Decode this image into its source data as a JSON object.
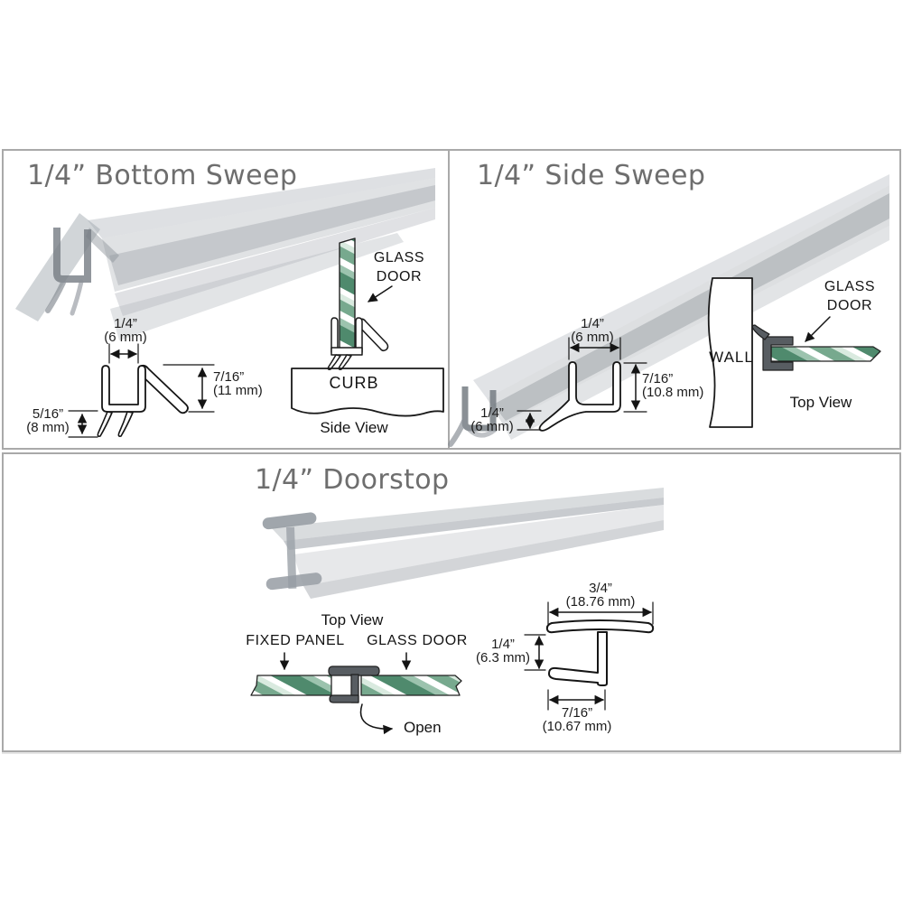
{
  "colors": {
    "title_gray": "#6e6e6e",
    "line_black": "#1a1a1a",
    "panel_border": "#a9a9a9",
    "seal_dark_gray": "#585d62",
    "glass_green_dark": "#4f8a6d",
    "glass_green_mid": "#77a98e",
    "glass_green_pale": "#9cc3ae"
  },
  "panels": {
    "bottom_sweep": {
      "title": "1/4” Bottom Sweep",
      "dim_width": {
        "in": "1/4”",
        "mm": "(6 mm)"
      },
      "dim_height": {
        "in": "7/16”",
        "mm": "(11 mm)"
      },
      "dim_drip": {
        "in": "5/16”",
        "mm": "(8 mm)"
      },
      "side_view": {
        "glass_line1": "GLASS",
        "glass_line2": "DOOR",
        "curb": "CURB",
        "caption": "Side View"
      }
    },
    "side_sweep": {
      "title": "1/4” Side Sweep",
      "dim_width": {
        "in": "1/4”",
        "mm": "(6 mm)"
      },
      "dim_height": {
        "in": "7/16”",
        "mm": "(10.8 mm)"
      },
      "dim_fin": {
        "in": "1/4”",
        "mm": "(6 mm)"
      },
      "top_view": {
        "wall": "WALL",
        "glass_line1": "GLASS",
        "glass_line2": "DOOR",
        "caption": "Top View"
      }
    },
    "doorstop": {
      "title": "1/4” Doorstop",
      "top_view": {
        "caption": "Top View",
        "fixed_panel": "FIXED PANEL",
        "glass_door": "GLASS DOOR",
        "open": "Open"
      },
      "dim_width": {
        "in": "3/4”",
        "mm": "(18.76 mm)"
      },
      "dim_gap": {
        "in": "1/4”",
        "mm": "(6.3 mm)"
      },
      "dim_foot": {
        "in": "7/16”",
        "mm": "(10.67 mm)"
      }
    }
  }
}
